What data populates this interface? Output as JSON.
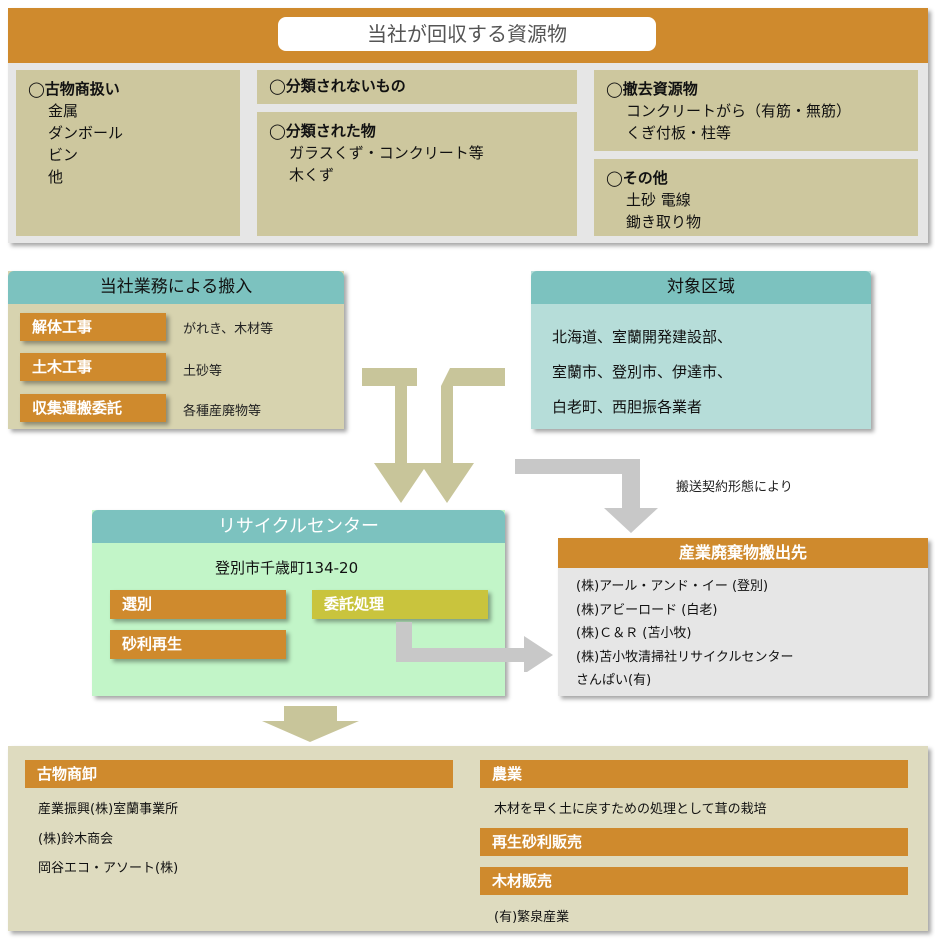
{
  "header": {
    "title": "当社が回収する資源物"
  },
  "categories": {
    "used_goods": {
      "title": "◯古物商扱い",
      "items": [
        "金属",
        "ダンボール",
        "ビン",
        "他"
      ]
    },
    "unsorted": {
      "title": "◯分類されないもの"
    },
    "sorted": {
      "title": "◯分類された物",
      "items": [
        "ガラスくず・コンクリート等",
        "木くず"
      ]
    },
    "demolition": {
      "title": "◯撤去資源物",
      "items": [
        "コンクリートがら（有筋・無筋）",
        "くぎ付板・柱等"
      ]
    },
    "other": {
      "title": "◯その他",
      "items": [
        "土砂 電線",
        "鋤き取り物"
      ]
    }
  },
  "intake": {
    "title": "当社業務による搬入",
    "rows": [
      {
        "label": "解体工事",
        "desc": "がれき、木材等"
      },
      {
        "label": "土木工事",
        "desc": "土砂等"
      },
      {
        "label": "収集運搬委託",
        "desc": "各種産廃物等"
      }
    ]
  },
  "region": {
    "title": "対象区域",
    "lines": [
      "北海道、室蘭開発建設部、",
      "室蘭市、登別市、伊達市、",
      "白老町、西胆振各業者"
    ]
  },
  "contract_note": "搬送契約形態により",
  "center": {
    "title": "リサイクルセンター",
    "address": "登別市千歳町134-20",
    "sorting": "選別",
    "gravel": "砂利再生",
    "outsource": "委託処理"
  },
  "destinations": {
    "title": "産業廃棄物搬出先",
    "items": [
      "(株)アール・アンド・イー (登別)",
      "(株)アビーロード (白老)",
      "(株)Ｃ＆Ｒ (苫小牧)",
      "(株)苫小牧清掃社リサイクルセンター",
      "さんぱい(有)"
    ]
  },
  "outputs": {
    "antique_wholesale": {
      "title": "古物商卸",
      "items": [
        "産業振興(株)室蘭事業所",
        "(株)鈴木商会",
        "岡谷エコ・アソート(株)"
      ]
    },
    "agriculture": {
      "title": "農業",
      "desc": "木材を早く土に戻すための処理として茸の栽培"
    },
    "gravel_sales": {
      "title": "再生砂利販売"
    },
    "wood_sales": {
      "title": "木材販売",
      "items": [
        "(有)繁泉産業"
      ]
    }
  },
  "colors": {
    "orange": "#cf8a2d",
    "olive": "#cdc79e",
    "teal": "#7cc2bf",
    "light_teal": "#b6ddd9",
    "mint": "#c2f5c8",
    "gray": "#e6e6e6",
    "arrow_olive": "#c8c59a",
    "arrow_gray": "#c8c8c8",
    "yellow_green": "#c9c43d"
  }
}
